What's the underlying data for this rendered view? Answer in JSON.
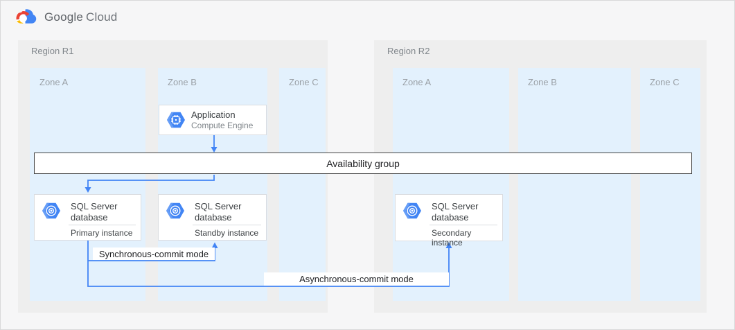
{
  "header": {
    "logo_google": "Google",
    "logo_cloud": "Cloud"
  },
  "regions": [
    {
      "label": "Region R1",
      "zones": [
        {
          "label": "Zone A"
        },
        {
          "label": "Zone B"
        },
        {
          "label": "Zone C"
        }
      ]
    },
    {
      "label": "Region R2",
      "zones": [
        {
          "label": "Zone A"
        },
        {
          "label": "Zone B"
        },
        {
          "label": "Zone C"
        }
      ]
    }
  ],
  "nodes": {
    "application": {
      "title": "Application",
      "subtitle": "Compute Engine"
    },
    "availability_group": {
      "label": "Availability group"
    },
    "sql_primary": {
      "title": "SQL Server database",
      "subtitle": "Primary instance"
    },
    "sql_standby": {
      "title": "SQL Server database",
      "subtitle": "Standby instance"
    },
    "sql_secondary": {
      "title": "SQL Server database",
      "subtitle": "Secondary instance"
    }
  },
  "edges": {
    "sync": {
      "label": "Synchronous-commit mode"
    },
    "async": {
      "label": "Asynchronous-commit mode"
    }
  },
  "colors": {
    "accent_blue": "#4285f4",
    "arrow_blue": "#4284f5",
    "zone_bg": "#e3f1fd",
    "region_bg": "#eeeeee",
    "page_bg": "#f6f6f7",
    "node_border": "#dadce0",
    "bar_border": "#424242",
    "text_dark": "#202124",
    "text_gray": "#80868b",
    "logo_red": "#ea4335",
    "logo_yellow": "#fbbc05"
  }
}
